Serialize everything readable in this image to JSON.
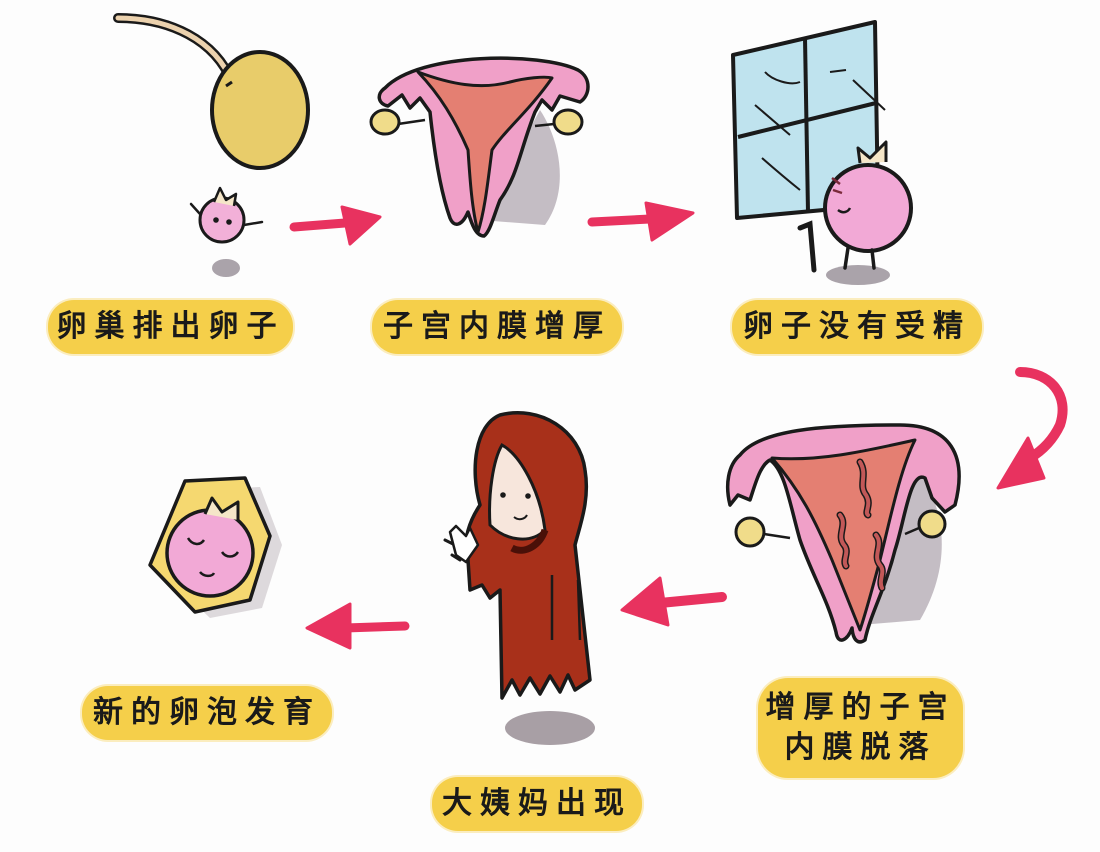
{
  "diagram": {
    "type": "menstrual-cycle-flow",
    "colors": {
      "label_bg": "#f5cf4a",
      "arrow": "#e8325f",
      "uterus_pink": "#f0a0c8",
      "uterus_inner": "#e07a6a",
      "ovary_yellow": "#f0dc8a",
      "egg_pink": "#f2a9d6",
      "cloak_red": "#a8301a",
      "window_blue": "#bfe3ee",
      "shadow": "#b5adb5"
    },
    "steps": [
      {
        "id": 1,
        "label": "卵巢排出卵子",
        "icon": "ovary-releasing-egg"
      },
      {
        "id": 2,
        "label": "子宫内膜增厚",
        "icon": "uterus-thickening"
      },
      {
        "id": 3,
        "label": "卵子没有受精",
        "icon": "egg-waiting-at-window"
      },
      {
        "id": 4,
        "label_line1": "增厚的子宫",
        "label_line2": "内膜脱落",
        "icon": "uterus-shedding"
      },
      {
        "id": 5,
        "label": "大姨妈出现",
        "icon": "red-cloak-character"
      },
      {
        "id": 6,
        "label": "新的卵泡发育",
        "icon": "new-follicle"
      }
    ]
  }
}
